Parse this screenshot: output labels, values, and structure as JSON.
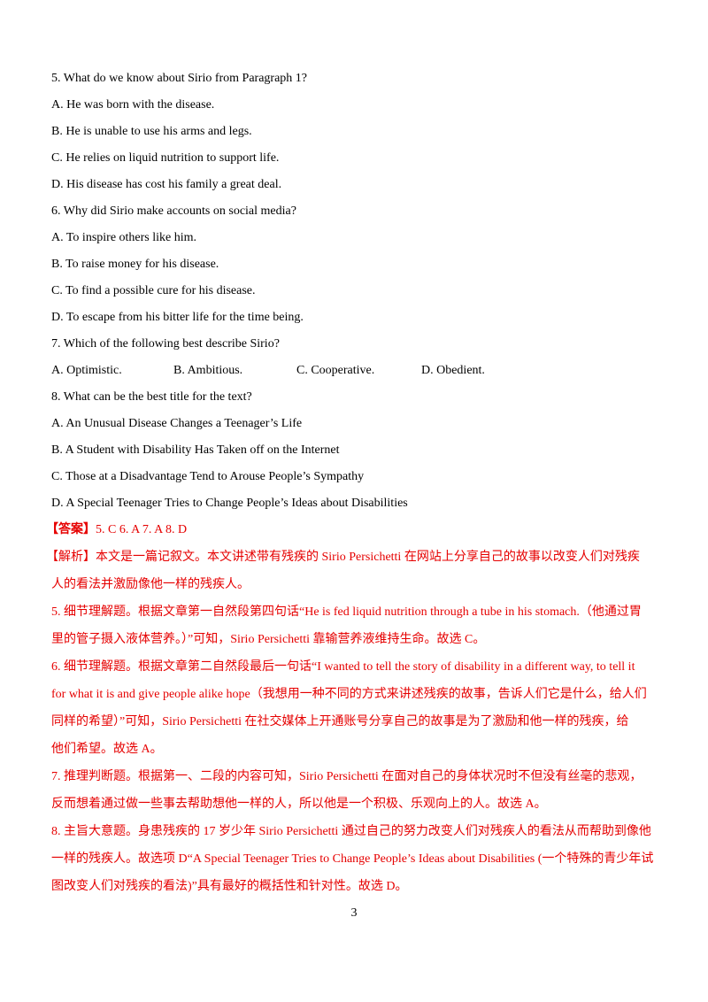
{
  "questions": [
    {
      "stem": "5.  What do we know about Sirio from Paragraph 1?",
      "options": [
        "A.  He was born with the disease.",
        "B.  He is unable to use his arms and legs.",
        "C.  He relies on liquid nutrition to support life.",
        "D.  His disease has cost his family a great deal."
      ]
    },
    {
      "stem": "6.  Why did Sirio make accounts on social media?",
      "options": [
        "A.  To inspire others like him.",
        "B.  To raise money for his disease.",
        "C.  To find a possible cure for his disease.",
        "D.  To escape from his bitter life for the time being."
      ]
    },
    {
      "stem": "7.  Which of the following best describe Sirio?",
      "options": [
        "A.  Optimistic.",
        "B.  Ambitious.",
        "C.  Cooperative.",
        "D.  Obedient."
      ]
    },
    {
      "stem": "8.  What can be the best title for the text?",
      "options": [
        "A.  An Unusual Disease Changes a Teenager’s Life",
        "B.  A Student with Disability Has Taken off on the Internet",
        "C.  Those at a Disadvantage Tend to Arouse People’s Sympathy",
        "D.  A Special Teenager Tries to Change People’s Ideas about Disabilities"
      ]
    }
  ],
  "answer": {
    "label": "【答案】",
    "value": "5. C    6. A    7. A  8. D"
  },
  "analysis": [
    "【解析】本文是一篇记叙文。本文讲述带有残疾的 Sirio Persichetti 在网站上分享自己的故事以改变人们对残疾",
    "人的看法并激励像他一样的残疾人。",
    "5. 细节理解题。根据文章第一自然段第四句话“He is fed liquid nutrition through a tube in his stomach.（他通过胃",
    "里的管子摄入液体营养。）”可知，Sirio Persichetti 靠输营养液维持生命。故选 C。",
    "6. 细节理解题。根据文章第二自然段最后一句话“I wanted to tell the story of disability in a different way, to tell it",
    "for what it is and give people alike hope（我想用一种不同的方式来讲述残疾的故事，告诉人们它是什么，给人们",
    "同样的希望）”可知，Sirio Persichetti 在社交媒体上开通账号分享自己的故事是为了激励和他一样的残疾，给",
    "他们希望。故选 A。",
    "7. 推理判断题。根据第一、二段的内容可知，Sirio Persichetti 在面对自己的身体状况时不但没有丝毫的悲观，",
    "反而想着通过做一些事去帮助想他一样的人，所以他是一个积极、乐观向上的人。故选 A。",
    "8. 主旨大意题。身患残疾的 17 岁少年 Sirio Persichetti 通过自己的努力改变人们对残疾人的看法从而帮助到像他",
    "一样的残疾人。故选项 D“A Special Teenager Tries to Change People’s Ideas about Disabilities (一个特殊的青少年试",
    "图改变人们对残疾的看法)”具有最好的概括性和针对性。故选 D。"
  ],
  "page_number": "3",
  "colors": {
    "accent": "#e60000",
    "text": "#000000"
  }
}
